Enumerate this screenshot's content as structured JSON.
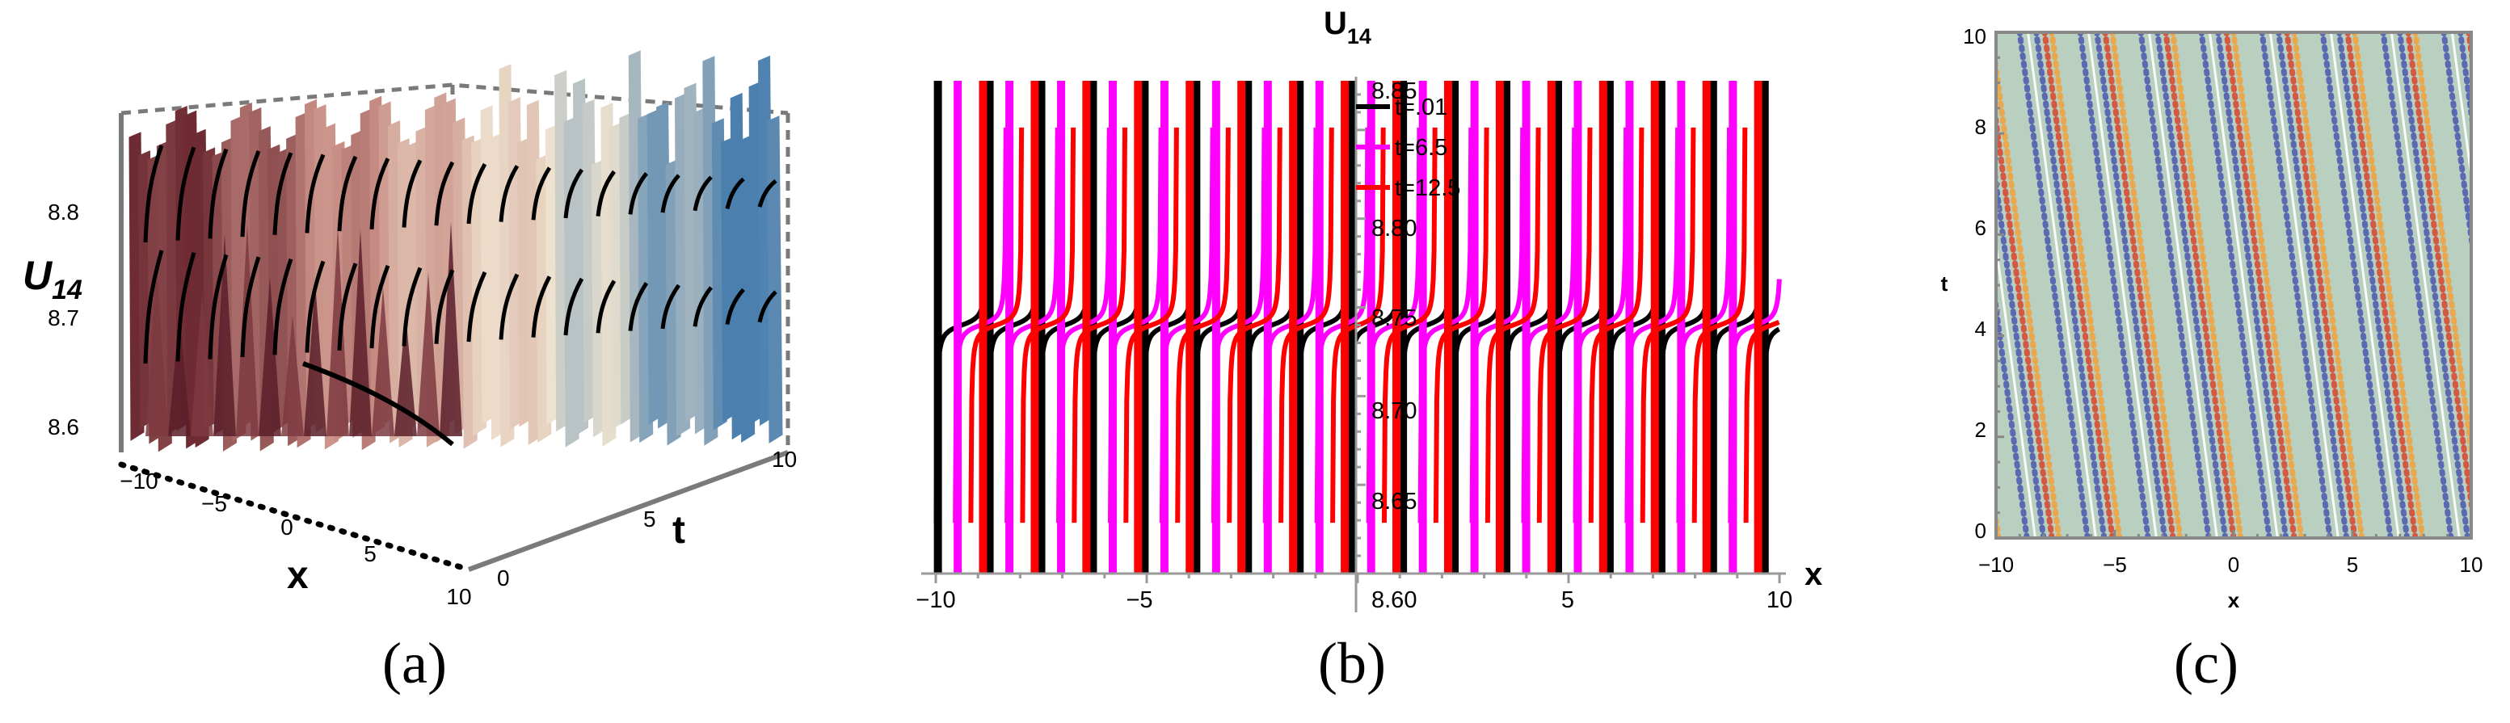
{
  "panels": {
    "a": {
      "caption": "(a)",
      "zlabel_main": "U",
      "zlabel_sub": "14",
      "xlabel": "x",
      "ylabel": "t",
      "z_ticks": [
        "8.8",
        "8.7",
        "8.6"
      ],
      "x_ticks": [
        "−10",
        "−5",
        "0",
        "5",
        "10"
      ],
      "t_ticks": [
        "0",
        "5",
        "10"
      ]
    },
    "b": {
      "caption": "(b)",
      "ylabel_main": "U",
      "ylabel_sub": "14",
      "xlabel": "x",
      "x_ticks": [
        "−10",
        "−5",
        "5",
        "10"
      ],
      "y_ticks": [
        "8.85",
        "8.80",
        "8.75",
        "8.70",
        "8.65",
        "8.60"
      ]
    },
    "c": {
      "caption": "(c)",
      "xlabel": "x",
      "ylabel": "t",
      "x_ticks": [
        "−10",
        "−5",
        "0",
        "5",
        "10"
      ],
      "y_ticks": [
        "0",
        "2",
        "4",
        "6",
        "8",
        "10"
      ]
    }
  },
  "chart_data": [
    {
      "type": "surface",
      "panel": "a",
      "x_range": [
        -10,
        10
      ],
      "t_range": [
        0,
        10
      ],
      "z_range": [
        8.56,
        8.9
      ],
      "colormap": [
        "#6e2b33",
        "#c98f86",
        "#efe3cf",
        "#4a7fae"
      ]
    },
    {
      "type": "line",
      "panel": "b",
      "xlim": [
        -10,
        10
      ],
      "ylim": [
        8.6,
        8.88
      ],
      "period": 1.225,
      "center": 8.74,
      "amplitude": 0.0035,
      "legend": "top-right",
      "series": [
        {
          "name": "t=.01",
          "color": "#000000",
          "phase": -10.0,
          "dash_offset": 9.65
        },
        {
          "name": "t=6.5",
          "color": "#ff00ff",
          "phase": -9.55,
          "dash_offset": 10.12
        },
        {
          "name": "t=12.5",
          "color": "#ff0000",
          "phase": -9.18,
          "dash_offset": 10.72
        }
      ]
    },
    {
      "type": "density",
      "panel": "c",
      "xlim": [
        -10,
        10
      ],
      "ylim": [
        0,
        10
      ],
      "stripe_slope": -3.5,
      "stripe_period_x": 2.55,
      "colors": {
        "background": "#b9cfc0",
        "line": "#ffffff",
        "blue": "#4b57b0",
        "red": "#d8452e",
        "orange": "#f2a13b"
      }
    }
  ]
}
